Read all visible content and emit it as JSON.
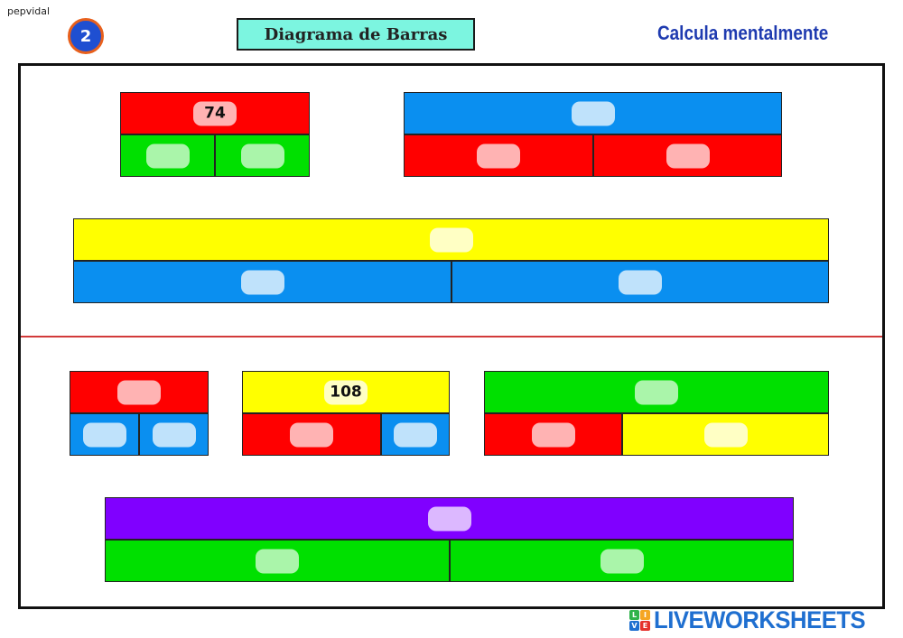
{
  "header": {
    "author": "pepvidal",
    "number": "2",
    "title": "Diagrama de Barras",
    "subtitle": "Calcula mentalmente"
  },
  "diagrams": {
    "d1_top": "74",
    "d5_top": "108"
  },
  "footer": {
    "logo_text": "LIVEWORKSHEETS",
    "logo_letters": [
      "L",
      "I",
      "V",
      "E"
    ]
  }
}
